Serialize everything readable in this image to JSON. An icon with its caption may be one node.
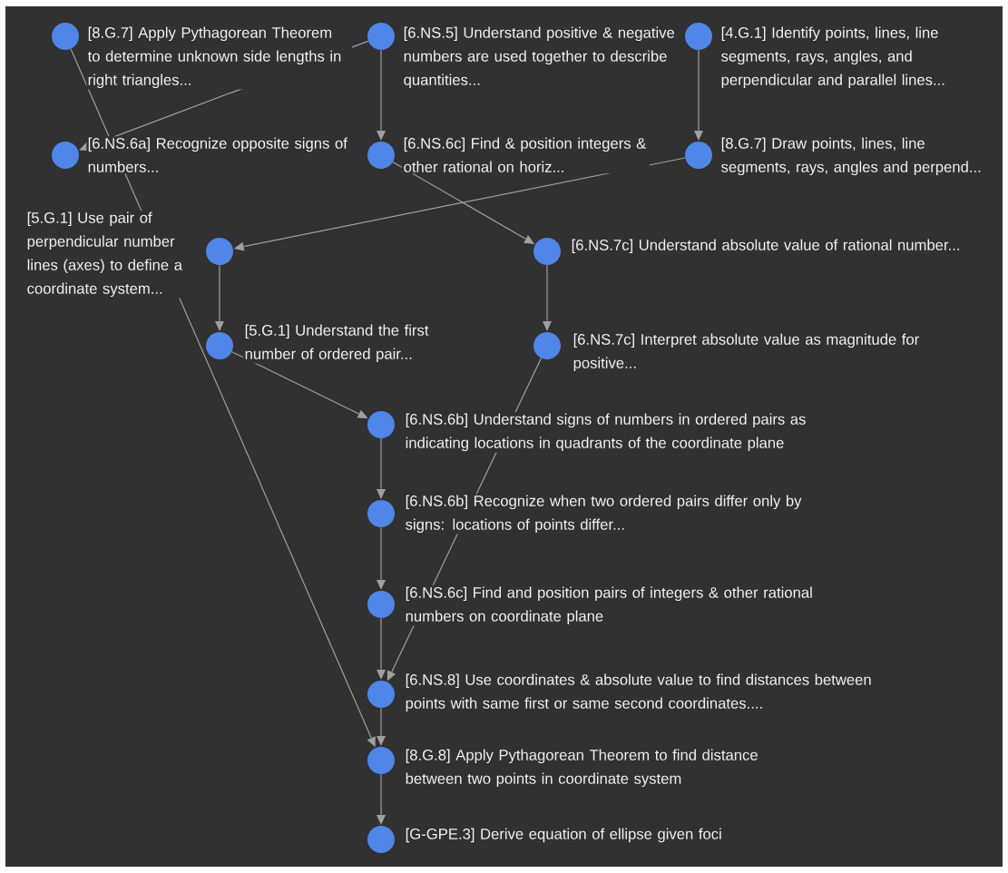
{
  "diagram": {
    "nodes": [
      {
        "text": [],
        "shape": "circle",
        "beside": [
          "[8.G.7] Apply Pythagorean Theorem to determine unknown side lengths in right triangles..."
        ]
      },
      {
        "text": [],
        "shape": "circle",
        "beside": [
          "[6.NS.5] Understand positive & negative numbers are used together to describe quantities..."
        ]
      },
      {
        "text": [],
        "shape": "circle",
        "beside": [
          "[4.G.1] Identify points, lines, line segments, rays, angles, and perpendicular and parallel lines..."
        ]
      },
      {
        "text": [],
        "shape": "circle",
        "beside": [
          "[6.NS.6a] Recognize opposite signs of numbers..."
        ]
      },
      {
        "text": [],
        "shape": "circle",
        "beside": [
          "[6.NS.6c] Find & position integers & other rational on horiz..."
        ]
      },
      {
        "text": [],
        "shape": "circle",
        "beside": [
          "[8.G.7] Draw points, lines, line segments, rays, angles and perpend..."
        ]
      },
      {
        "text": [],
        "shape": "circle",
        "beside": [
          "[5.G.1] Use pair of perpendicular number lines (axes) to define a coordinate system..."
        ]
      },
      {
        "text": [],
        "shape": "circle",
        "beside": [
          "[6.NS.7c] Understand absolute value of rational number..."
        ]
      },
      {
        "text": [],
        "shape": "circle",
        "beside": [
          "[5.G.1] Understand the first number of ordered pair..."
        ]
      },
      {
        "text": [],
        "shape": "circle",
        "beside": [
          "[6.NS.7c] Interpret absolute value as magnitude for positive..."
        ]
      },
      {
        "text": [],
        "shape": "circle",
        "beside": [
          "[6.NS.6b] Understand signs of numbers in ordered pairs as indicating locations in quadrants of the coordinate plane"
        ]
      },
      {
        "text": [],
        "shape": "circle",
        "beside": [
          "[6.NS.6b] Recognize when two ordered pairs differ only by signs: locations of points differ..."
        ]
      },
      {
        "text": [],
        "shape": "circle",
        "beside": [
          "[6.NS.6c] Find and position pairs of integers & other rational numbers on coordinate plane"
        ]
      },
      {
        "text": [],
        "shape": "circle",
        "beside": [
          "[6.NS.8] Use coordinates & absolute value to find distances between points with same first or same second coordinates...."
        ]
      },
      {
        "text": [],
        "shape": "circle",
        "beside": [
          "[8.G.8] Apply Pythagorean Theorem to find distance between two points in coordinate system"
        ]
      },
      {
        "text": [],
        "shape": "circle",
        "beside": [
          "[G-GPE.3] Derive equation of ellipse given foci"
        ]
      }
    ],
    "edges": [
      {
        "from": 1,
        "to": 3,
        "arrow": "to"
      },
      {
        "from": 1,
        "to": 4,
        "arrow": "to"
      },
      {
        "from": 2,
        "to": 5,
        "arrow": "to"
      },
      {
        "from": 5,
        "to": 6,
        "arrow": "to"
      },
      {
        "from": 4,
        "to": 7,
        "arrow": "to"
      },
      {
        "from": 6,
        "to": 8,
        "arrow": "to"
      },
      {
        "from": 7,
        "to": 9,
        "arrow": "to"
      },
      {
        "from": 8,
        "to": 10,
        "arrow": "to"
      },
      {
        "from": 10,
        "to": 11,
        "arrow": "to"
      },
      {
        "from": 11,
        "to": 12,
        "arrow": "to"
      },
      {
        "from": 12,
        "to": 13,
        "arrow": "to"
      },
      {
        "from": 9,
        "to": 13,
        "arrow": "to"
      },
      {
        "from": 13,
        "to": 14,
        "arrow": "to"
      },
      {
        "from": 0,
        "to": 14,
        "arrow": "to"
      },
      {
        "from": 14,
        "to": 15,
        "arrow": "to"
      }
    ]
  }
}
